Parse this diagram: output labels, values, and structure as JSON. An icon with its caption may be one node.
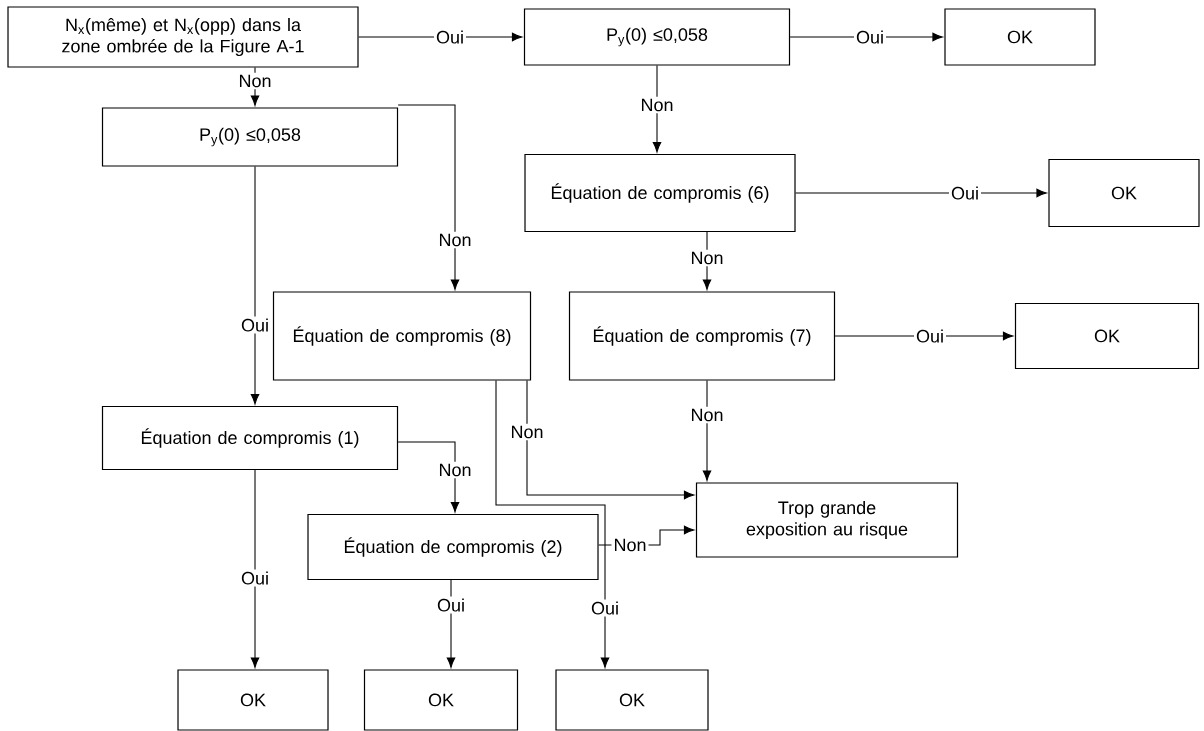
{
  "diagram": {
    "nodes": [
      {
        "text": [
          "N$_{x}$(même) et N$_{x}$(opp) dans la zone ombrée de la Figure A-1"
        ]
      },
      {
        "text": [
          "P$_{y}$(0) ≤0,058"
        ]
      },
      {
        "text": [
          "OK"
        ]
      },
      {
        "text": [
          "P$_{y}$(0) ≤0,058"
        ]
      },
      {
        "text": [
          "Équation de compromis (6)"
        ]
      },
      {
        "text": [
          "OK"
        ]
      },
      {
        "text": [
          "Équation de compromis (8)"
        ]
      },
      {
        "text": [
          "Équation de compromis (7)"
        ]
      },
      {
        "text": [
          "OK"
        ]
      },
      {
        "text": [
          "Équation de compromis (1)"
        ]
      },
      {
        "text": [
          "Trop grande exposition au risque"
        ]
      },
      {
        "text": [
          "Équation de compromis (2)"
        ]
      },
      {
        "text": [
          "OK"
        ]
      },
      {
        "text": [
          "OK"
        ]
      },
      {
        "text": [
          "OK"
        ]
      }
    ],
    "edges": [
      {
        "from": 0,
        "to": 1,
        "arrow": "to",
        "label": "Oui"
      },
      {
        "from": 1,
        "to": 2,
        "arrow": "to",
        "label": "Oui"
      },
      {
        "from": 0,
        "to": 3,
        "arrow": "to",
        "label": "Non"
      },
      {
        "from": 1,
        "to": 4,
        "arrow": "to",
        "label": "Non"
      },
      {
        "from": 4,
        "to": 5,
        "arrow": "to",
        "label": "Oui"
      },
      {
        "from": 3,
        "to": 6,
        "arrow": "to",
        "label": "Non"
      },
      {
        "from": 3,
        "to": 9,
        "arrow": "to",
        "label": "Oui"
      },
      {
        "from": 4,
        "to": 7,
        "arrow": "to",
        "label": "Non"
      },
      {
        "from": 7,
        "to": 8,
        "arrow": "to",
        "label": "Oui"
      },
      {
        "from": 6,
        "to": 10,
        "arrow": "to",
        "label": "Non"
      },
      {
        "from": 6,
        "to": 14,
        "arrow": "to",
        "label": "Oui"
      },
      {
        "from": 7,
        "to": 10,
        "arrow": "to",
        "label": "Non"
      },
      {
        "from": 9,
        "to": 11,
        "arrow": "to",
        "label": "Non"
      },
      {
        "from": 9,
        "to": 12,
        "arrow": "to",
        "label": "Oui"
      },
      {
        "from": 11,
        "to": 10,
        "arrow": "to",
        "label": "Non"
      },
      {
        "from": 11,
        "to": 13,
        "arrow": "to",
        "label": "Oui"
      }
    ]
  }
}
